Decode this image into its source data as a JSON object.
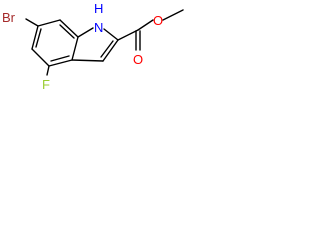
{
  "molecule": {
    "atoms": {
      "br": "Br",
      "nh": "H",
      "n": "N",
      "f": "F",
      "o_carbonyl": "O",
      "o_ester": "O"
    }
  },
  "colors": {
    "bond": "#000000",
    "bromine": "#a52a2a",
    "nitrogen": "#0000ff",
    "fluorine": "#9acd32",
    "oxygen": "#ff0000"
  }
}
